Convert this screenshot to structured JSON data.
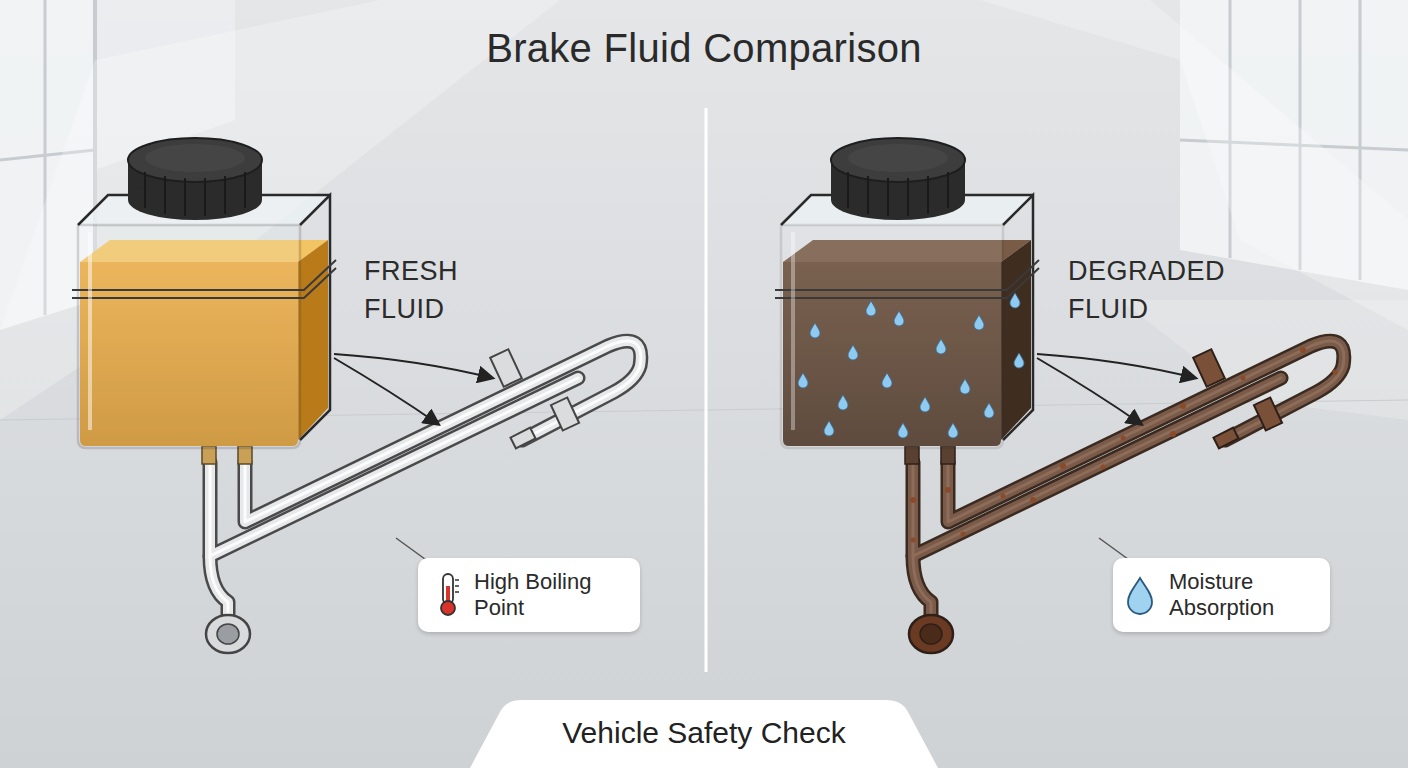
{
  "diagram": {
    "title": "Brake Fluid Comparison",
    "caption": "Vehicle Safety Check",
    "nodes": [
      {
        "text": [
          "High Boiling Point"
        ]
      },
      {
        "text": [
          "Moisture Absorption"
        ]
      }
    ],
    "labels": [
      "FRESH FLUID",
      "DEGRADED FLUID"
    ]
  }
}
